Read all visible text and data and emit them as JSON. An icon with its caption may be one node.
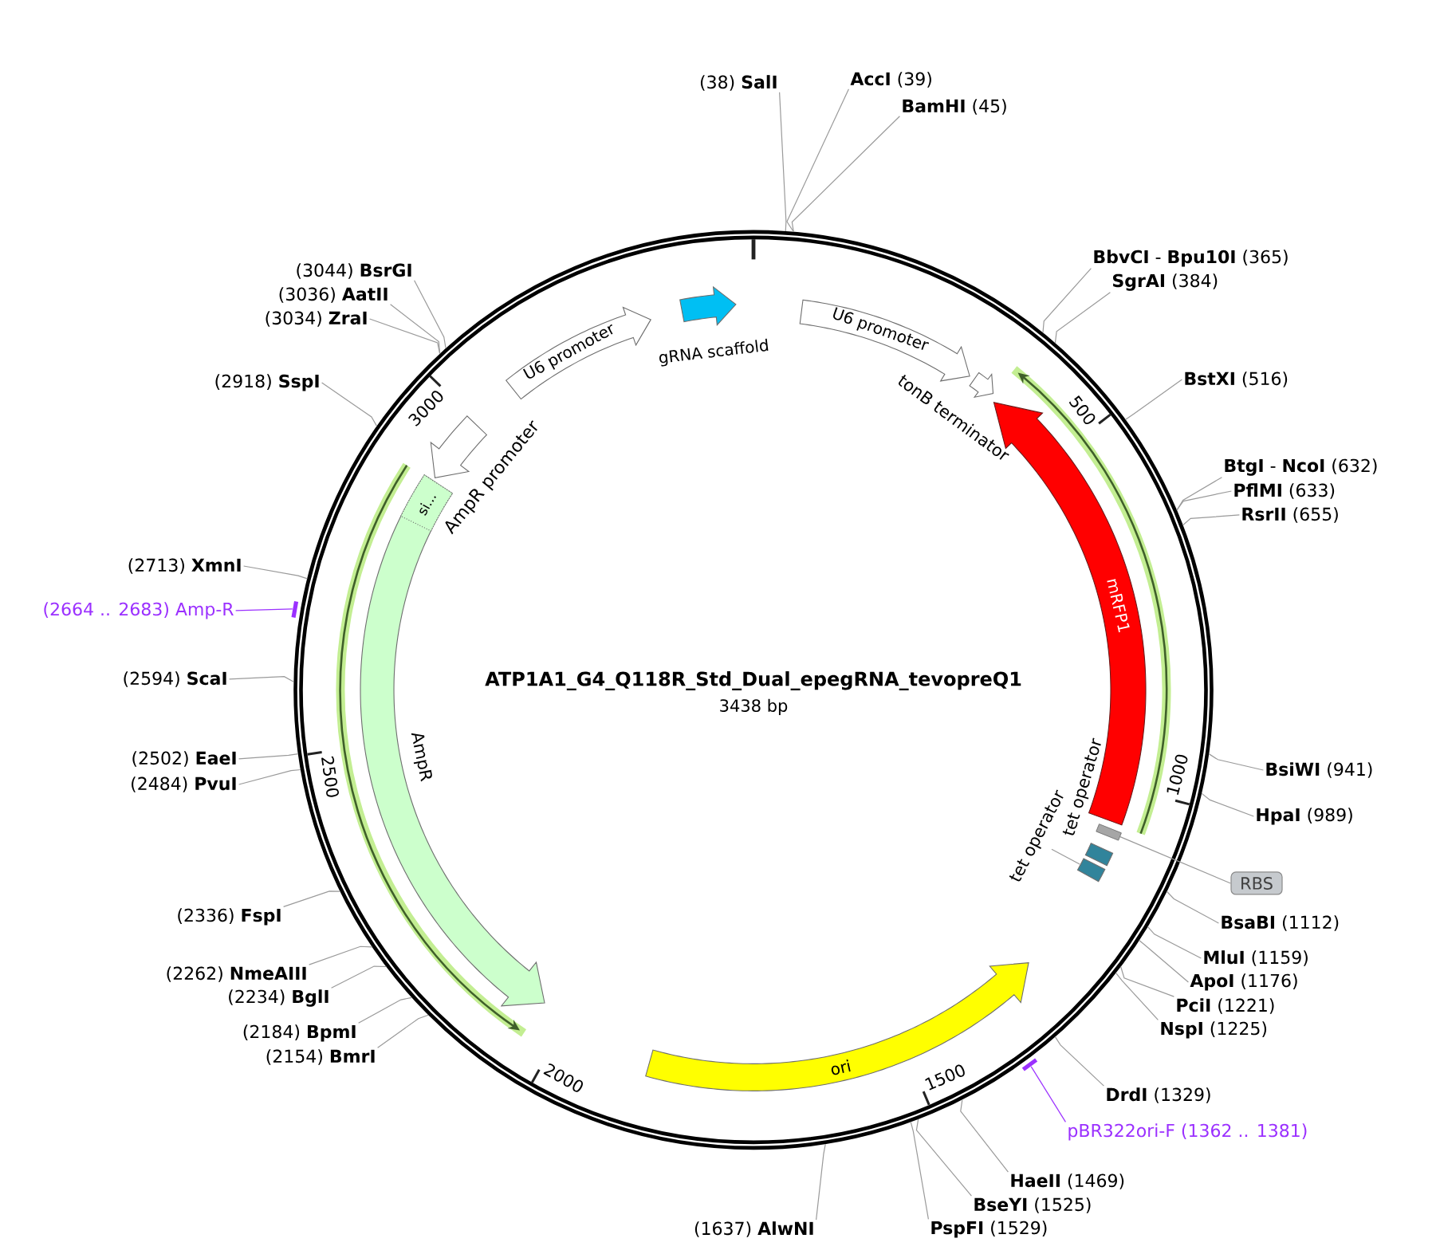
{
  "diagram": {
    "title": "ATP1A1_G4_Q118R_Std_Dual_epegRNA_tevopreQ1",
    "nodes": [
      {
        "text": [],
        "shape": "circle"
      },
      {
        "text": [
          "U6 promoter"
        ],
        "in": 0
      },
      {
        "text": [
          "gRNA scaffold"
        ],
        "in": 0
      },
      {
        "text": [
          "U6 promoter"
        ],
        "in": 0
      },
      {
        "text": [
          "tonB terminator"
        ],
        "in": 0
      },
      {
        "text": [
          "mRFP1"
        ],
        "in": 0
      },
      {
        "text": [],
        "shape": "box",
        "in": 0
      },
      {
        "text": [
          "tet operator"
        ],
        "in": 0
      },
      {
        "text": [
          "tet operator"
        ],
        "in": 0
      },
      {
        "text": [
          "ori"
        ],
        "in": 0
      },
      {
        "text": [
          "AmpR"
        ],
        "in": 0
      },
      {
        "text": [
          "si..."
        ],
        "in": 10
      },
      {
        "text": [
          "AmpR promoter"
        ],
        "in": 0
      },
      {
        "text": [
          "(38) **SalI**"
        ]
      },
      {
        "text": [
          "**AccI** (39)"
        ]
      },
      {
        "text": [
          "**BamHI** (45)"
        ]
      },
      {
        "text": [
          "**BbvCI** - **Bpu10I** (365)"
        ]
      },
      {
        "text": [
          "**SgrAI** (384)"
        ]
      },
      {
        "text": [
          "**BstXI** (516)"
        ]
      },
      {
        "text": [
          "**BtgI** - **NcoI** (632)"
        ]
      },
      {
        "text": [
          "**PflMI** (633)"
        ]
      },
      {
        "text": [
          "**RsrII** (655)"
        ]
      },
      {
        "text": [
          "**BsiWI** (941)"
        ]
      },
      {
        "text": [
          "**HpaI** (989)"
        ]
      },
      {
        "text": [
          "RBS"
        ]
      },
      {
        "text": [
          "**BsaBI** (1112)"
        ]
      },
      {
        "text": [
          "**MluI** (1159)"
        ]
      },
      {
        "text": [
          "**ApoI** (1176)"
        ]
      },
      {
        "text": [
          "**PciI** (1221)"
        ]
      },
      {
        "text": [
          "**NspI** (1225)"
        ]
      },
      {
        "text": [
          "**DrdI** (1329)"
        ]
      },
      {
        "text": [],
        "shape": "bar"
      },
      {
        "text": [
          "pBR322ori-F (1362 .. 1381)"
        ]
      },
      {
        "text": [
          "**HaeII** (1469)"
        ]
      },
      {
        "text": [
          "**BseYI** (1525)"
        ]
      },
      {
        "text": [
          "**PspFI** (1529)"
        ]
      },
      {
        "text": [
          "(1637) **AlwNI**"
        ]
      },
      {
        "text": [
          "(2154) **BmrI**"
        ]
      },
      {
        "text": [
          "(2184) **BpmI**"
        ]
      },
      {
        "text": [
          "(2234) **BglI**"
        ]
      },
      {
        "text": [
          "(2262) **NmeAIII**"
        ]
      },
      {
        "text": [
          "(2336) **FspI**"
        ]
      },
      {
        "text": [
          "(2484) **PvuI**"
        ]
      },
      {
        "text": [
          "(2502) **EaeI**"
        ]
      },
      {
        "text": [
          "(2594) **ScaI**"
        ]
      },
      {
        "text": [],
        "shape": "bar"
      },
      {
        "text": [
          "(2664 .. 2683) Amp-R"
        ]
      },
      {
        "text": [
          "(2713) **XmnI**"
        ]
      },
      {
        "text": [
          "(2918) **SspI**"
        ]
      },
      {
        "text": [
          "(3034) **ZraI**"
        ]
      },
      {
        "text": [
          "(3036) **AatII**"
        ]
      },
      {
        "text": [
          "(3044) **BsrGI**"
        ]
      }
    ],
    "edges": [
      {
        "from": 13,
        "to": 0,
        "arrow": "none"
      },
      {
        "from": 14,
        "to": 0,
        "arrow": "none"
      },
      {
        "from": 15,
        "to": 0,
        "arrow": "none"
      },
      {
        "from": 16,
        "to": 0,
        "arrow": "none"
      },
      {
        "from": 17,
        "to": 0,
        "arrow": "none"
      },
      {
        "from": 18,
        "to": 0,
        "arrow": "none"
      },
      {
        "from": 19,
        "to": 0,
        "arrow": "none"
      },
      {
        "from": 20,
        "to": 0,
        "arrow": "none"
      },
      {
        "from": 21,
        "to": 0,
        "arrow": "none"
      },
      {
        "from": 22,
        "to": 0,
        "arrow": "none"
      },
      {
        "from": 23,
        "to": 0,
        "arrow": "none"
      },
      {
        "from": 24,
        "to": 6,
        "arrow": "none"
      },
      {
        "from": 25,
        "to": 0,
        "arrow": "none"
      },
      {
        "from": 26,
        "to": 0,
        "arrow": "none"
      },
      {
        "from": 27,
        "to": 0,
        "arrow": "none"
      },
      {
        "from": 28,
        "to": 0,
        "arrow": "none"
      },
      {
        "from": 29,
        "to": 0,
        "arrow": "none"
      },
      {
        "from": 30,
        "to": 0,
        "arrow": "none"
      },
      {
        "from": 32,
        "to": 31,
        "arrow": "none",
        "color": "#9b30ff"
      },
      {
        "from": 33,
        "to": 0,
        "arrow": "none"
      },
      {
        "from": 34,
        "to": 0,
        "arrow": "none"
      },
      {
        "from": 35,
        "to": 0,
        "arrow": "none"
      },
      {
        "from": 36,
        "to": 0,
        "arrow": "none"
      },
      {
        "from": 37,
        "to": 0,
        "arrow": "none"
      },
      {
        "from": 38,
        "to": 0,
        "arrow": "none"
      },
      {
        "from": 39,
        "to": 0,
        "arrow": "none"
      },
      {
        "from": 40,
        "to": 0,
        "arrow": "none"
      },
      {
        "from": 41,
        "to": 0,
        "arrow": "none"
      },
      {
        "from": 42,
        "to": 0,
        "arrow": "none"
      },
      {
        "from": 43,
        "to": 0,
        "arrow": "none"
      },
      {
        "from": 44,
        "to": 0,
        "arrow": "none"
      },
      {
        "from": 46,
        "to": 45,
        "arrow": "none",
        "color": "#9b30ff"
      },
      {
        "from": 47,
        "to": 0,
        "arrow": "none"
      },
      {
        "from": 48,
        "to": 0,
        "arrow": "none"
      },
      {
        "from": 49,
        "to": 0,
        "arrow": "none"
      },
      {
        "from": 50,
        "to": 0,
        "arrow": "none"
      },
      {
        "from": 51,
        "to": 0,
        "arrow": "none"
      }
    ],
    "labels": [
      "3000",
      "500",
      "3438 bp",
      "1000",
      "2500",
      "1500",
      "2000"
    ]
  }
}
